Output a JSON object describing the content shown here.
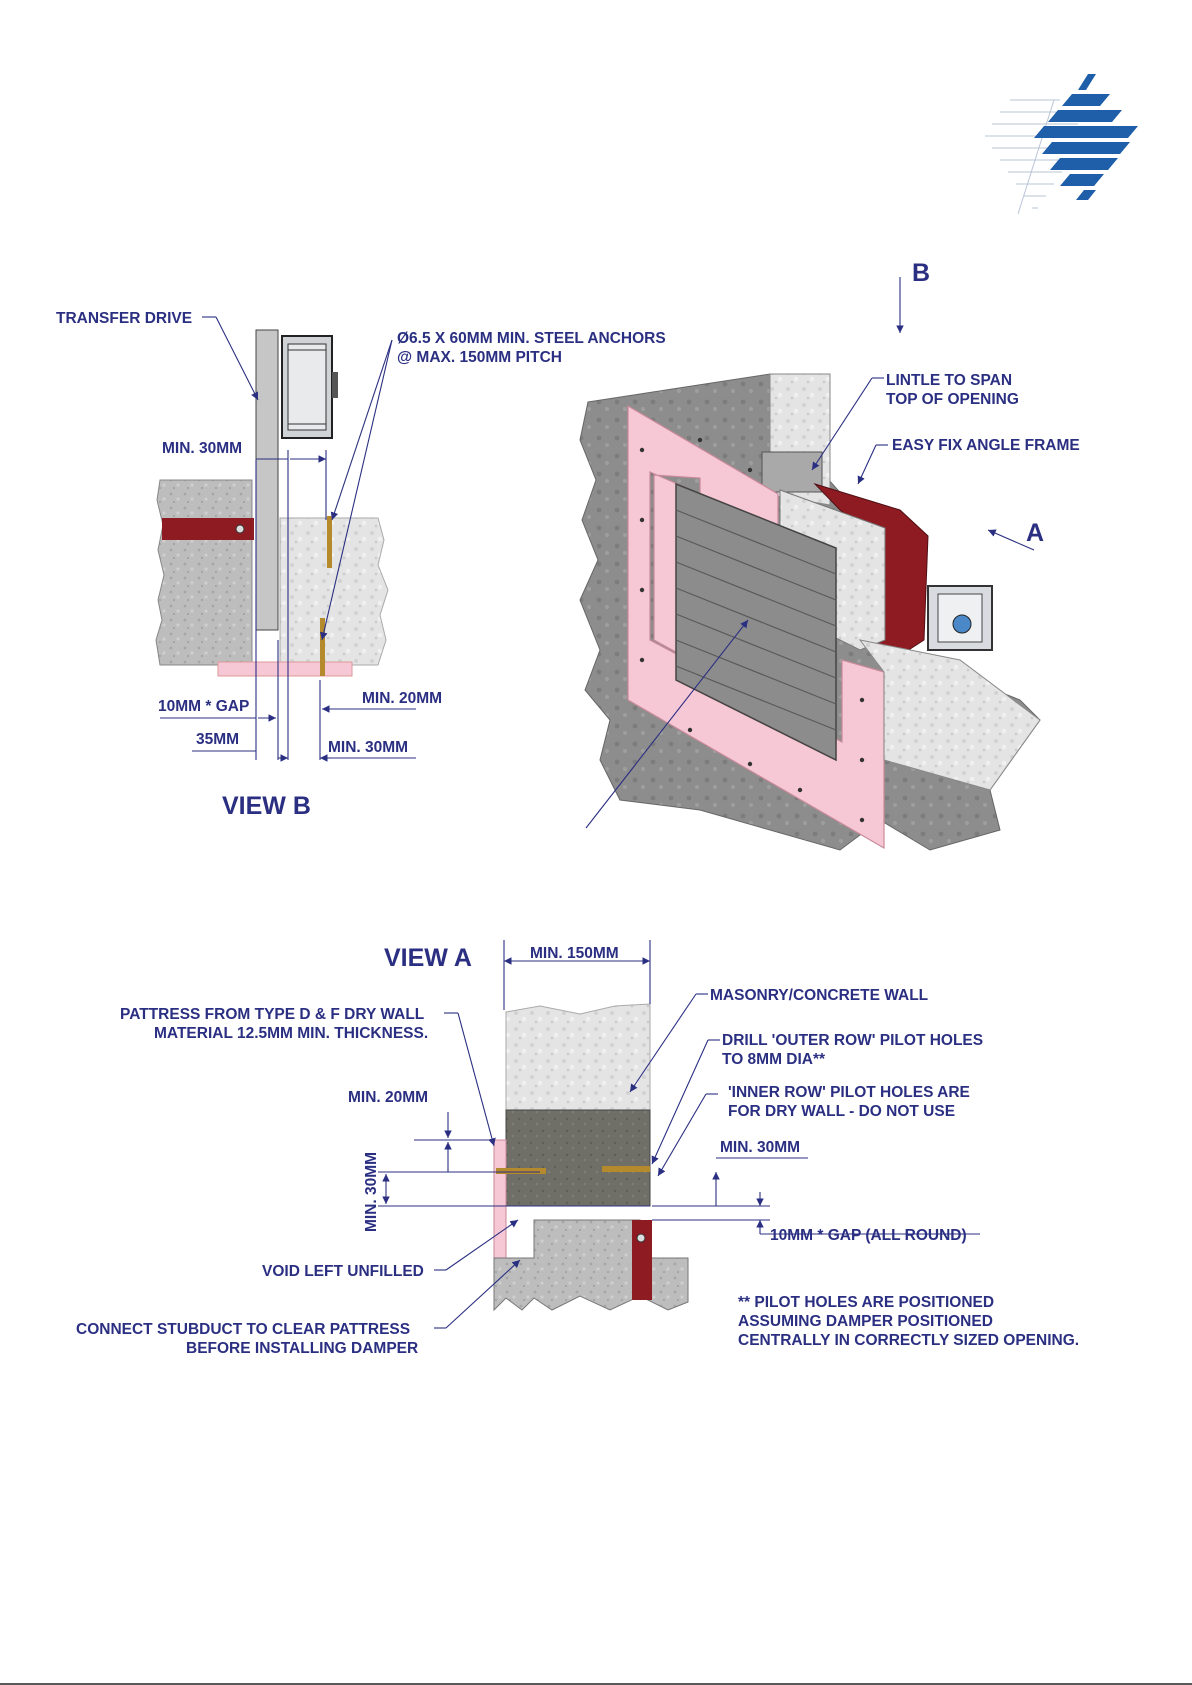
{
  "view_b": {
    "title": "VIEW B",
    "transfer_drive": "TRANSFER DRIVE",
    "anchors_line1": "Ø6.5 X 60MM MIN. STEEL ANCHORS",
    "anchors_line2": "@ MAX. 150MM PITCH",
    "min_30_top": "MIN. 30MM",
    "gap_10": "10MM * GAP",
    "min_20": "MIN. 20MM",
    "dim_35": "35MM",
    "min_30_bottom": "MIN. 30MM"
  },
  "iso": {
    "arrow_b": "B",
    "arrow_a": "A",
    "lintle_line1": "LINTLE TO SPAN",
    "lintle_line2": "TOP OF OPENING",
    "angle_frame": "EASY FIX ANGLE FRAME"
  },
  "view_a": {
    "title": "VIEW A",
    "min_150": "MIN. 150MM",
    "pattress_line1": "PATTRESS FROM TYPE D & F DRY WALL",
    "pattress_line2": "MATERIAL 12.5MM MIN. THICKNESS.",
    "masonry": "MASONRY/CONCRETE WALL",
    "drill_line1": "DRILL 'OUTER ROW' PILOT HOLES",
    "drill_line2": "TO 8MM DIA**",
    "inner_line1": "'INNER ROW' PILOT HOLES ARE",
    "inner_line2": "FOR DRY WALL - DO NOT USE",
    "min_20": "MIN. 20MM",
    "min_30_vertical": "MIN. 30MM",
    "min_30_right": "MIN. 30MM",
    "gap_all_round": "10MM * GAP (ALL ROUND)",
    "void": "VOID LEFT UNFILLED",
    "connect_line1": "CONNECT STUBDUCT TO CLEAR PATTRESS",
    "connect_line2": "BEFORE INSTALLING DAMPER",
    "note_line1": "** PILOT HOLES ARE POSITIONED",
    "note_line2": "ASSUMING DAMPER POSITIONED",
    "note_line3": "CENTRALLY IN CORRECTLY SIZED OPENING."
  },
  "colors": {
    "label_blue": "#2b2f82",
    "logo_blue": "#1f5ea8",
    "pattress_pink": "#f6c7d4",
    "frame_red": "#8e1b22",
    "concrete_grey": "#b9b9b9",
    "masonry_grey": "#6e6e66"
  }
}
